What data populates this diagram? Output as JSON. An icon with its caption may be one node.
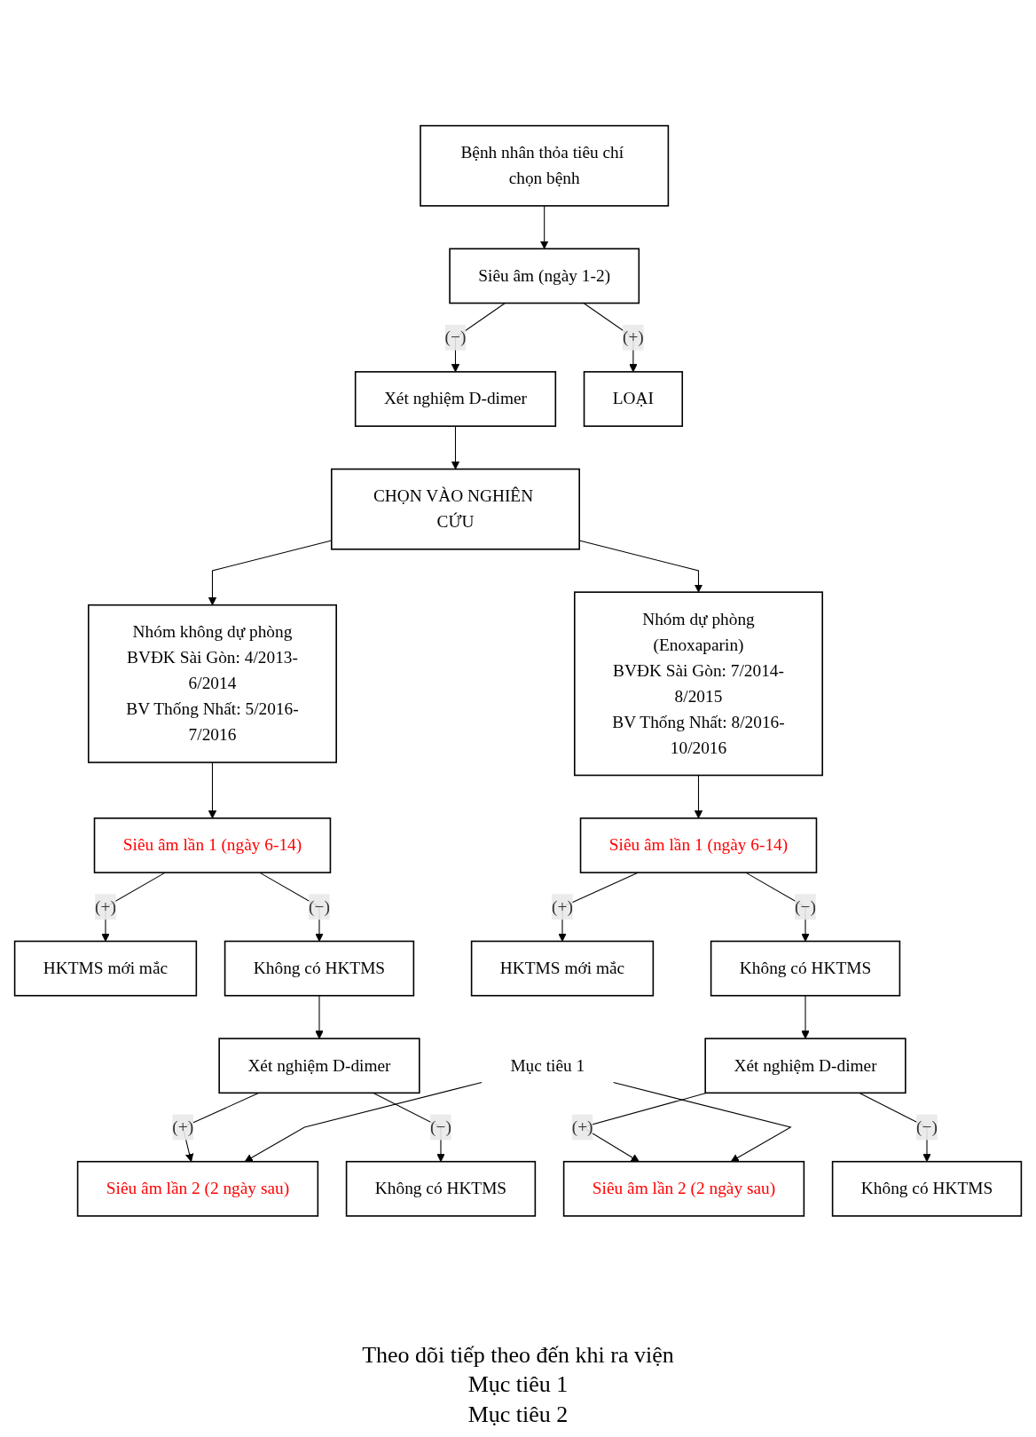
{
  "diagram": {
    "nodes": [
      {
        "text": [
          "Bệnh nhân thỏa tiêu chí chọn bệnh"
        ]
      },
      {
        "text": [
          "Siêu âm (ngày 1-2)"
        ]
      },
      {
        "text": [
          "Xét nghiệm D-dimer"
        ]
      },
      {
        "text": [
          "LOẠI"
        ]
      },
      {
        "text": [
          "CHỌN VÀO NGHIÊN CỨU"
        ]
      },
      {
        "text": [
          "Nhóm không dự phòng",
          "BVĐK Sài Gòn: 4/2013-6/2014",
          "BV Thống Nhất: 5/2016-7/2016"
        ]
      },
      {
        "text": [
          "Nhóm dự phòng",
          "(Enoxaparin)",
          "BVĐK Sài Gòn: 7/2014-8/2015",
          "BV Thống Nhất: 8/2016-10/2016"
        ]
      },
      {
        "text": [
          "Siêu âm lần 1 (ngày 6-14)"
        ]
      },
      {
        "text": [
          "HKTMS mới mắc"
        ]
      },
      {
        "text": [
          "Không có HKTMS"
        ]
      },
      {
        "text": [
          "Xét nghiệm D-dimer"
        ]
      },
      {
        "text": [
          "Siêu âm lần 2 (2 ngày sau)"
        ]
      },
      {
        "text": [
          "Không có HKTMS"
        ]
      },
      {
        "text": [
          "Siêu âm lần 1 (ngày 6-14)"
        ]
      },
      {
        "text": [
          "HKTMS mới mắc"
        ]
      },
      {
        "text": [
          "Không có HKTMS"
        ]
      },
      {
        "text": [
          "Xét nghiệm D-dimer"
        ]
      },
      {
        "text": [
          "Siêu âm lần 2 (2 ngày sau)"
        ]
      },
      {
        "text": [
          "Không có HKTMS"
        ]
      },
      {
        "text": [
          "Mục tiêu 1"
        ]
      }
    ],
    "edges": [
      {
        "from": 0,
        "to": 1,
        "arrow": "to"
      },
      {
        "from": 1,
        "to": 3,
        "arrow": "to",
        "label": "(+)"
      },
      {
        "from": 1,
        "to": 2,
        "arrow": "to",
        "label": "(−)"
      },
      {
        "from": 2,
        "to": 4,
        "arrow": "to"
      },
      {
        "from": 4,
        "to": 5,
        "arrow": "to"
      },
      {
        "from": 4,
        "to": 6,
        "arrow": "to"
      },
      {
        "from": 5,
        "to": 7,
        "arrow": "to"
      },
      {
        "from": 7,
        "to": 8,
        "arrow": "to",
        "label": "(+)"
      },
      {
        "from": 7,
        "to": 9,
        "arrow": "to",
        "label": "(−)"
      },
      {
        "from": 9,
        "to": 10,
        "arrow": "to"
      },
      {
        "from": 10,
        "to": 11,
        "arrow": "to",
        "label": "(+)"
      },
      {
        "from": 10,
        "to": 12,
        "arrow": "to",
        "label": "(−)"
      },
      {
        "from": 6,
        "to": 13,
        "arrow": "to"
      },
      {
        "from": 13,
        "to": 14,
        "arrow": "to",
        "label": "(+)"
      },
      {
        "from": 13,
        "to": 15,
        "arrow": "to",
        "label": "(−)"
      },
      {
        "from": 15,
        "to": 16,
        "arrow": "to"
      },
      {
        "from": 16,
        "to": 17,
        "arrow": "to",
        "label": "(+)"
      },
      {
        "from": 16,
        "to": 18,
        "arrow": "to",
        "label": "(−)"
      },
      {
        "from": 19,
        "to": 11,
        "arrow": "to"
      },
      {
        "from": 19,
        "to": 17,
        "arrow": "to"
      }
    ],
    "labels": [
      "Theo dõi tiếp theo đến khi ra viện",
      "Mục tiêu 1",
      "Mục tiêu 2"
    ]
  }
}
